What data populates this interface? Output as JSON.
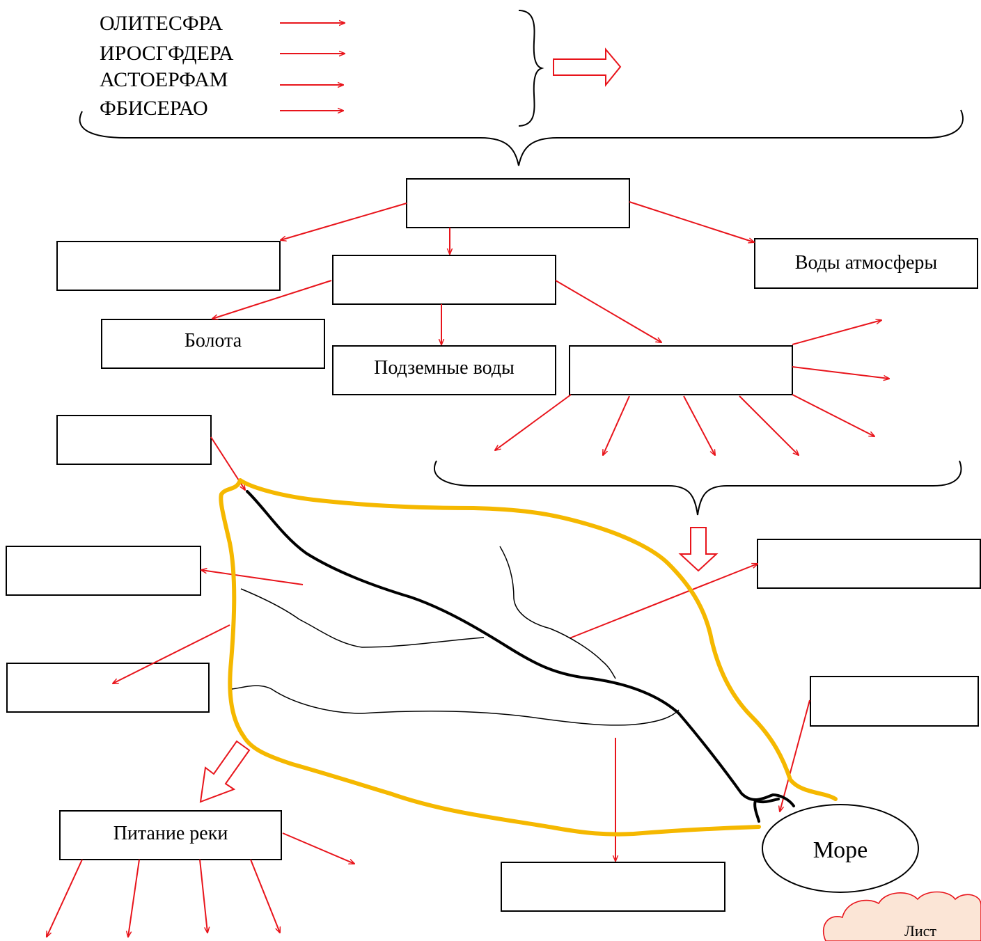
{
  "anagrams": [
    "ОЛИТЕСФРА",
    "ИРОСГФДЕРА",
    "АСТОЕРФАМ",
    "ФБИСЕРАО"
  ],
  "boxes": {
    "hydrosphere_main": "",
    "left_top": "",
    "land_waters": "",
    "atmosphere_waters": "Воды атмосферы",
    "swamps": "Болота",
    "groundwater": "Подземные воды",
    "rivers": "",
    "source": "",
    "left_mid": "",
    "left_low": "",
    "right_mid": "",
    "right_low": "",
    "mouth_bottom": "",
    "river_feeding": "Питание реки"
  },
  "sea": "Море",
  "cloud": "Лист",
  "colors": {
    "arrow": "#e8141b",
    "basin_outline": "#f5b800",
    "river": "#000000",
    "box_border": "#000000"
  }
}
